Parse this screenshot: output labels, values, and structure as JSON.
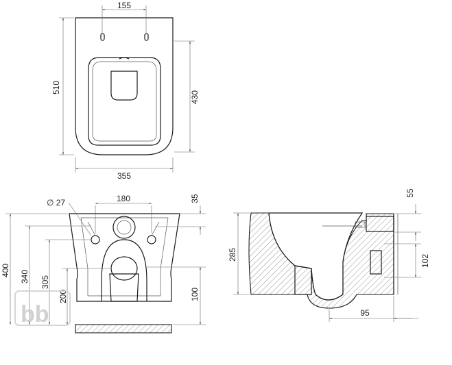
{
  "top_view": {
    "dim_hole_spacing": "155",
    "dim_length": "510",
    "dim_seat_length": "430",
    "dim_width": "355"
  },
  "front_view": {
    "dim_hole_diameter": "∅ 27",
    "dim_bolt_spacing": "180",
    "dim_top_offset": "35",
    "dim_height": "400",
    "dim_340": "340",
    "dim_305": "305",
    "dim_200": "200",
    "dim_100": "100"
  },
  "side_view": {
    "dim_55": "55",
    "dim_285": "285",
    "dim_102": "102",
    "dim_95": "95"
  },
  "logo": {
    "text": "bb"
  }
}
